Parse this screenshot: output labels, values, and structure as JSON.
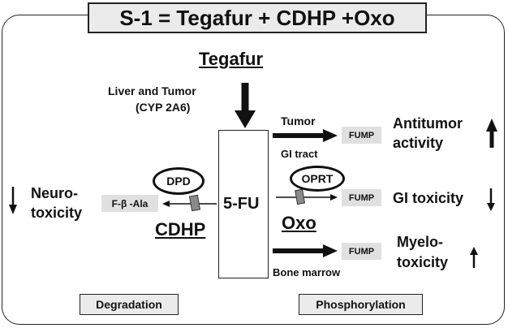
{
  "title": "S-1 =  Tegafur + CDHP +Oxo",
  "tegafur": "Tegafur",
  "liver_tumor": [
    "Liver and Tumor",
    "(CYP 2A6)"
  ],
  "fu": "5-FU",
  "dpd": "DPD",
  "oprt": "OPRT",
  "f_beta_ala": "F-β -Ala",
  "cdhp": "CDHP",
  "oxo": "Oxo",
  "tumor": "Tumor",
  "gi_tract": "GI tract",
  "bone_marrow": "Bone marrow",
  "fump": "FUMP",
  "antitumor": [
    "Antitumor",
    "activity"
  ],
  "gi_toxicity": "GI toxicity",
  "myelo": [
    "Myelo-",
    "toxicity"
  ],
  "neuro": [
    "Neuro-",
    "toxicity"
  ],
  "degradation": "Degradation",
  "phosphorylation": "Phosphorylation",
  "colors": {
    "tag_fill": "#e0e0e0",
    "box_fill": "#ebebeb",
    "inhibitor": "#8a8a8a"
  }
}
